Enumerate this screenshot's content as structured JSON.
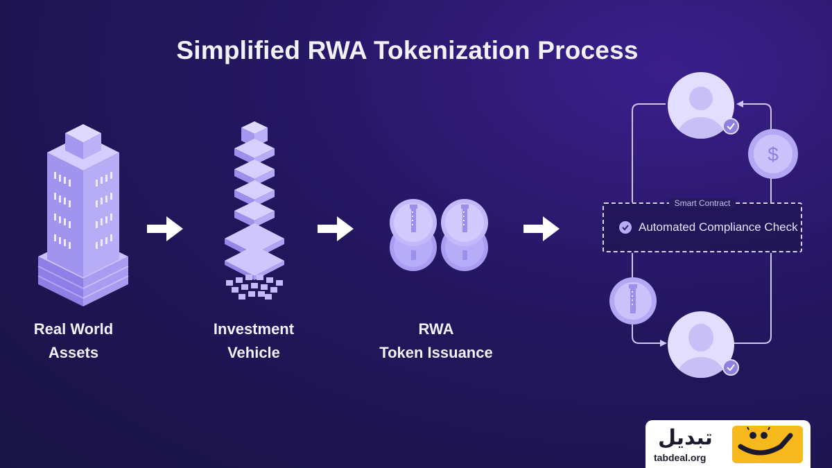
{
  "title": "Simplified RWA Tokenization Process",
  "steps": [
    {
      "line1": "Real World",
      "line2": "Assets"
    },
    {
      "line1": "Investment",
      "line2": "Vehicle"
    },
    {
      "line1": "RWA",
      "line2": "Token Issuance"
    }
  ],
  "smart_contract": {
    "caption": "Smart Contract",
    "check_text": "Automated Compliance Check"
  },
  "cycle": {
    "payment_symbol": "$"
  },
  "logo": {
    "name_fa": "تبدیل",
    "domain": "tabdeal.org"
  },
  "colors": {
    "accent": "#b9aef5",
    "accent_light": "#d7d0ff",
    "accent_dark": "#8f80e0",
    "logo_yellow": "#f6b81a"
  }
}
